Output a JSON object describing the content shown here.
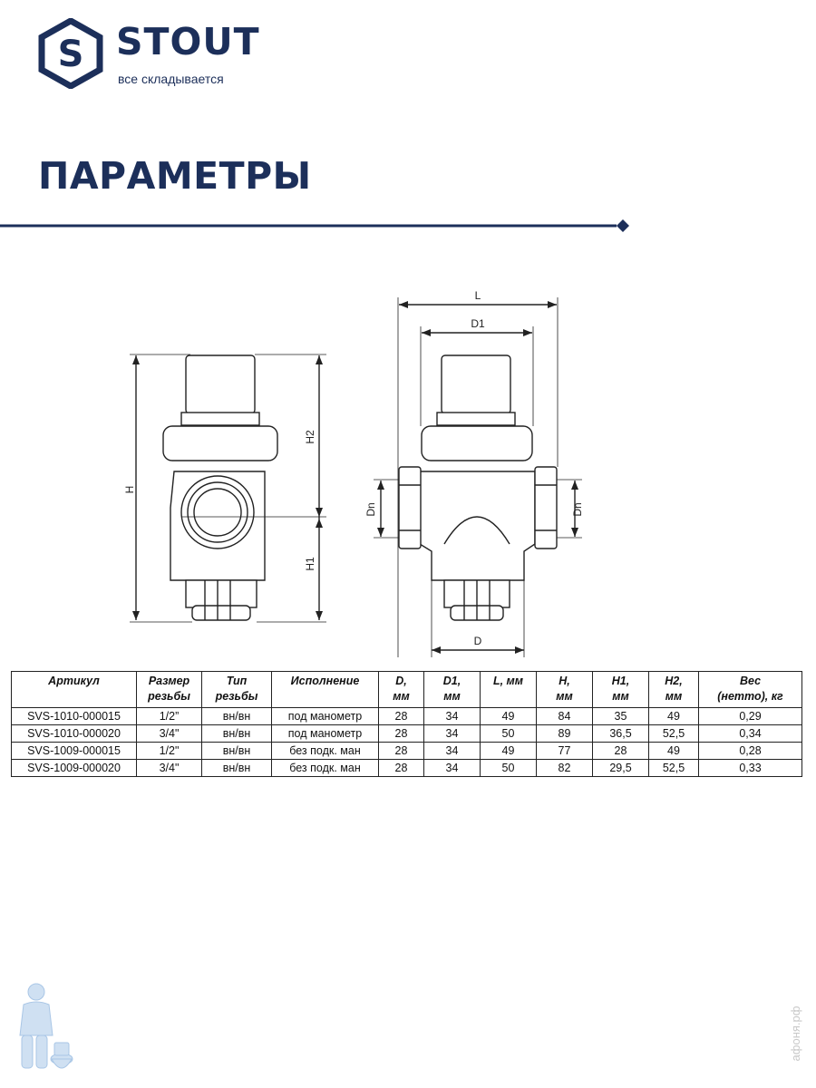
{
  "brand": {
    "name": "STOUT",
    "tagline": "все складывается",
    "logo_letter": "S"
  },
  "page": {
    "title": "ПАРАМЕТРЫ"
  },
  "drawing": {
    "labels": {
      "L": "L",
      "D1": "D1",
      "D": "D",
      "H": "H",
      "H1": "H1",
      "H2": "H2",
      "Dn": "Dn"
    }
  },
  "table": {
    "headers": [
      "Артикул",
      "Размер\nрезьбы",
      "Тип\nрезьбы",
      "Исполнение",
      "D,\nмм",
      "D1,\nмм",
      "L, мм",
      "H,\nмм",
      "H1,\nмм",
      "H2,\nмм",
      "Вес\n(нетто), кг"
    ],
    "rows": [
      [
        "SVS-1010-000015",
        "1/2”",
        "вн/вн",
        "под манометр",
        "28",
        "34",
        "49",
        "84",
        "35",
        "49",
        "0,29"
      ],
      [
        "SVS-1010-000020",
        "3/4\"",
        "вн/вн",
        "под манометр",
        "28",
        "34",
        "50",
        "89",
        "36,5",
        "52,5",
        "0,34"
      ],
      [
        "SVS-1009-000015",
        "1/2\"",
        "вн/вн",
        "без подк. ман",
        "28",
        "34",
        "49",
        "77",
        "28",
        "49",
        "0,28"
      ],
      [
        "SVS-1009-000020",
        "3/4\"",
        "вн/вн",
        "без подк. ман",
        "28",
        "34",
        "50",
        "82",
        "29,5",
        "52,5",
        "0,33"
      ]
    ]
  },
  "watermark": {
    "text": "афоня.рф"
  },
  "colors": {
    "brand": "#1c2f5a",
    "line": "#222222"
  }
}
